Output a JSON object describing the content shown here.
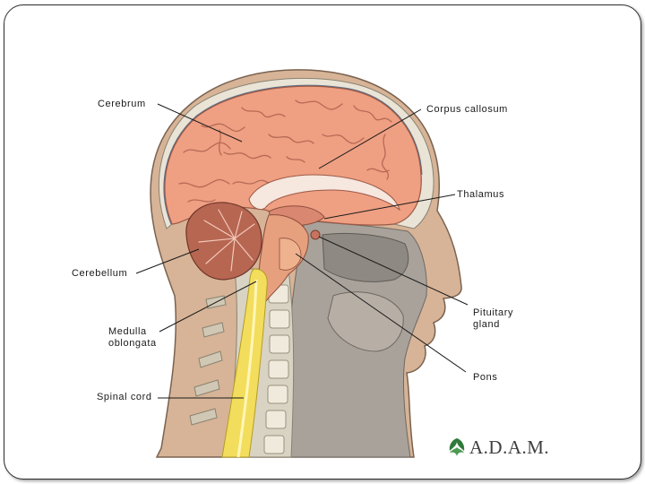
{
  "labels": {
    "cerebrum": "Cerebrum",
    "corpus_callosum": "Corpus callosum",
    "thalamus": "Thalamus",
    "cerebellum": "Cerebellum",
    "pituitary_line1": "Pituitary",
    "pituitary_line2": "gland",
    "medulla_line1": "Medulla",
    "medulla_line2": "oblongata",
    "pons": "Pons",
    "spinal_cord": "Spinal cord"
  },
  "logo": {
    "text": "A.D.A.M."
  },
  "colors": {
    "brain": "#ee9e82",
    "cerebellum": "#b86450",
    "spinal_cord": "#f2dc5a",
    "tissue": "#a9a29a",
    "skin": "#d9b99b"
  }
}
